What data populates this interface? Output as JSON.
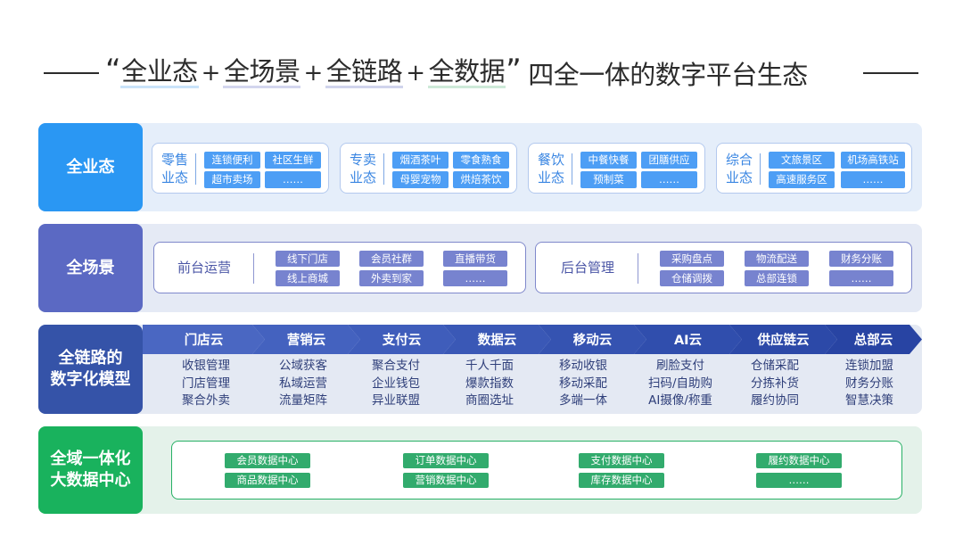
{
  "title": {
    "open_quote": "“",
    "close_quote": "”",
    "keywords": [
      "全业态",
      "全场景",
      "全链路",
      "全数据"
    ],
    "plus": "+",
    "rest": "四全一体的数字平台生态",
    "highlight_colors": [
      "#c9e3f9",
      "#d3d6ee",
      "#d0d4ec",
      "#cde9d8"
    ]
  },
  "layers": {
    "formats": {
      "label": "全业态",
      "color": "#2a97f3",
      "groups": [
        {
          "name": "零售\n业态",
          "tags": [
            "连锁便利",
            "社区生鲜",
            "超市卖场",
            "……"
          ]
        },
        {
          "name": "专卖\n业态",
          "tags": [
            "烟酒茶叶",
            "零食熟食",
            "母婴宠物",
            "烘焙茶饮"
          ]
        },
        {
          "name": "餐饮\n业态",
          "tags": [
            "中餐快餐",
            "团膳供应",
            "预制菜",
            "……"
          ]
        },
        {
          "name": "综合\n业态",
          "tags": [
            "文旅景区",
            "机场高铁站",
            "高速服务区",
            "……"
          ]
        }
      ]
    },
    "scenes": {
      "label": "全场景",
      "color": "#5b69c3",
      "groups": [
        {
          "name": "前台运营",
          "tags": [
            "线下门店",
            "会员社群",
            "直播带货",
            "线上商城",
            "外卖到家",
            "……"
          ]
        },
        {
          "name": "后台管理",
          "tags": [
            "采购盘点",
            "物流配送",
            "财务分账",
            "仓储调拨",
            "总部连锁",
            "……"
          ]
        }
      ]
    },
    "chain": {
      "label": "全链路的\n数字化模型",
      "color": "#3553a8",
      "clouds": [
        {
          "name": "门店云",
          "color": "#4a67c2",
          "items": [
            "收银管理",
            "门店管理",
            "聚合外卖"
          ]
        },
        {
          "name": "营销云",
          "color": "#4462bf",
          "items": [
            "公域获客",
            "私域运营",
            "流量矩阵"
          ]
        },
        {
          "name": "支付云",
          "color": "#3f5dbb",
          "items": [
            "聚合支付",
            "企业钱包",
            "异业联盟"
          ]
        },
        {
          "name": "数据云",
          "color": "#3a58b6",
          "items": [
            "千人千面",
            "爆款指数",
            "商圈选址"
          ]
        },
        {
          "name": "移动云",
          "color": "#3553b1",
          "items": [
            "移动收银",
            "移动采配",
            "多端一体"
          ]
        },
        {
          "name": "AI云",
          "color": "#304ead",
          "items": [
            "刷脸支付",
            "扫码/自助购",
            "AI摄像/称重"
          ]
        },
        {
          "name": "供应链云",
          "color": "#2c49a8",
          "items": [
            "仓储采配",
            "分拣补货",
            "履约协同"
          ]
        },
        {
          "name": "总部云",
          "color": "#2844a3",
          "items": [
            "连锁加盟",
            "财务分账",
            "智慧决策"
          ]
        }
      ]
    },
    "data": {
      "label": "全域一体化\n大数据中心",
      "color": "#19b25d",
      "centers": [
        [
          "会员数据中心",
          "商品数据中心"
        ],
        [
          "订单数据中心",
          "营销数据中心"
        ],
        [
          "支付数据中心",
          "库存数据中心"
        ],
        [
          "履约数据中心",
          "……"
        ]
      ]
    }
  }
}
